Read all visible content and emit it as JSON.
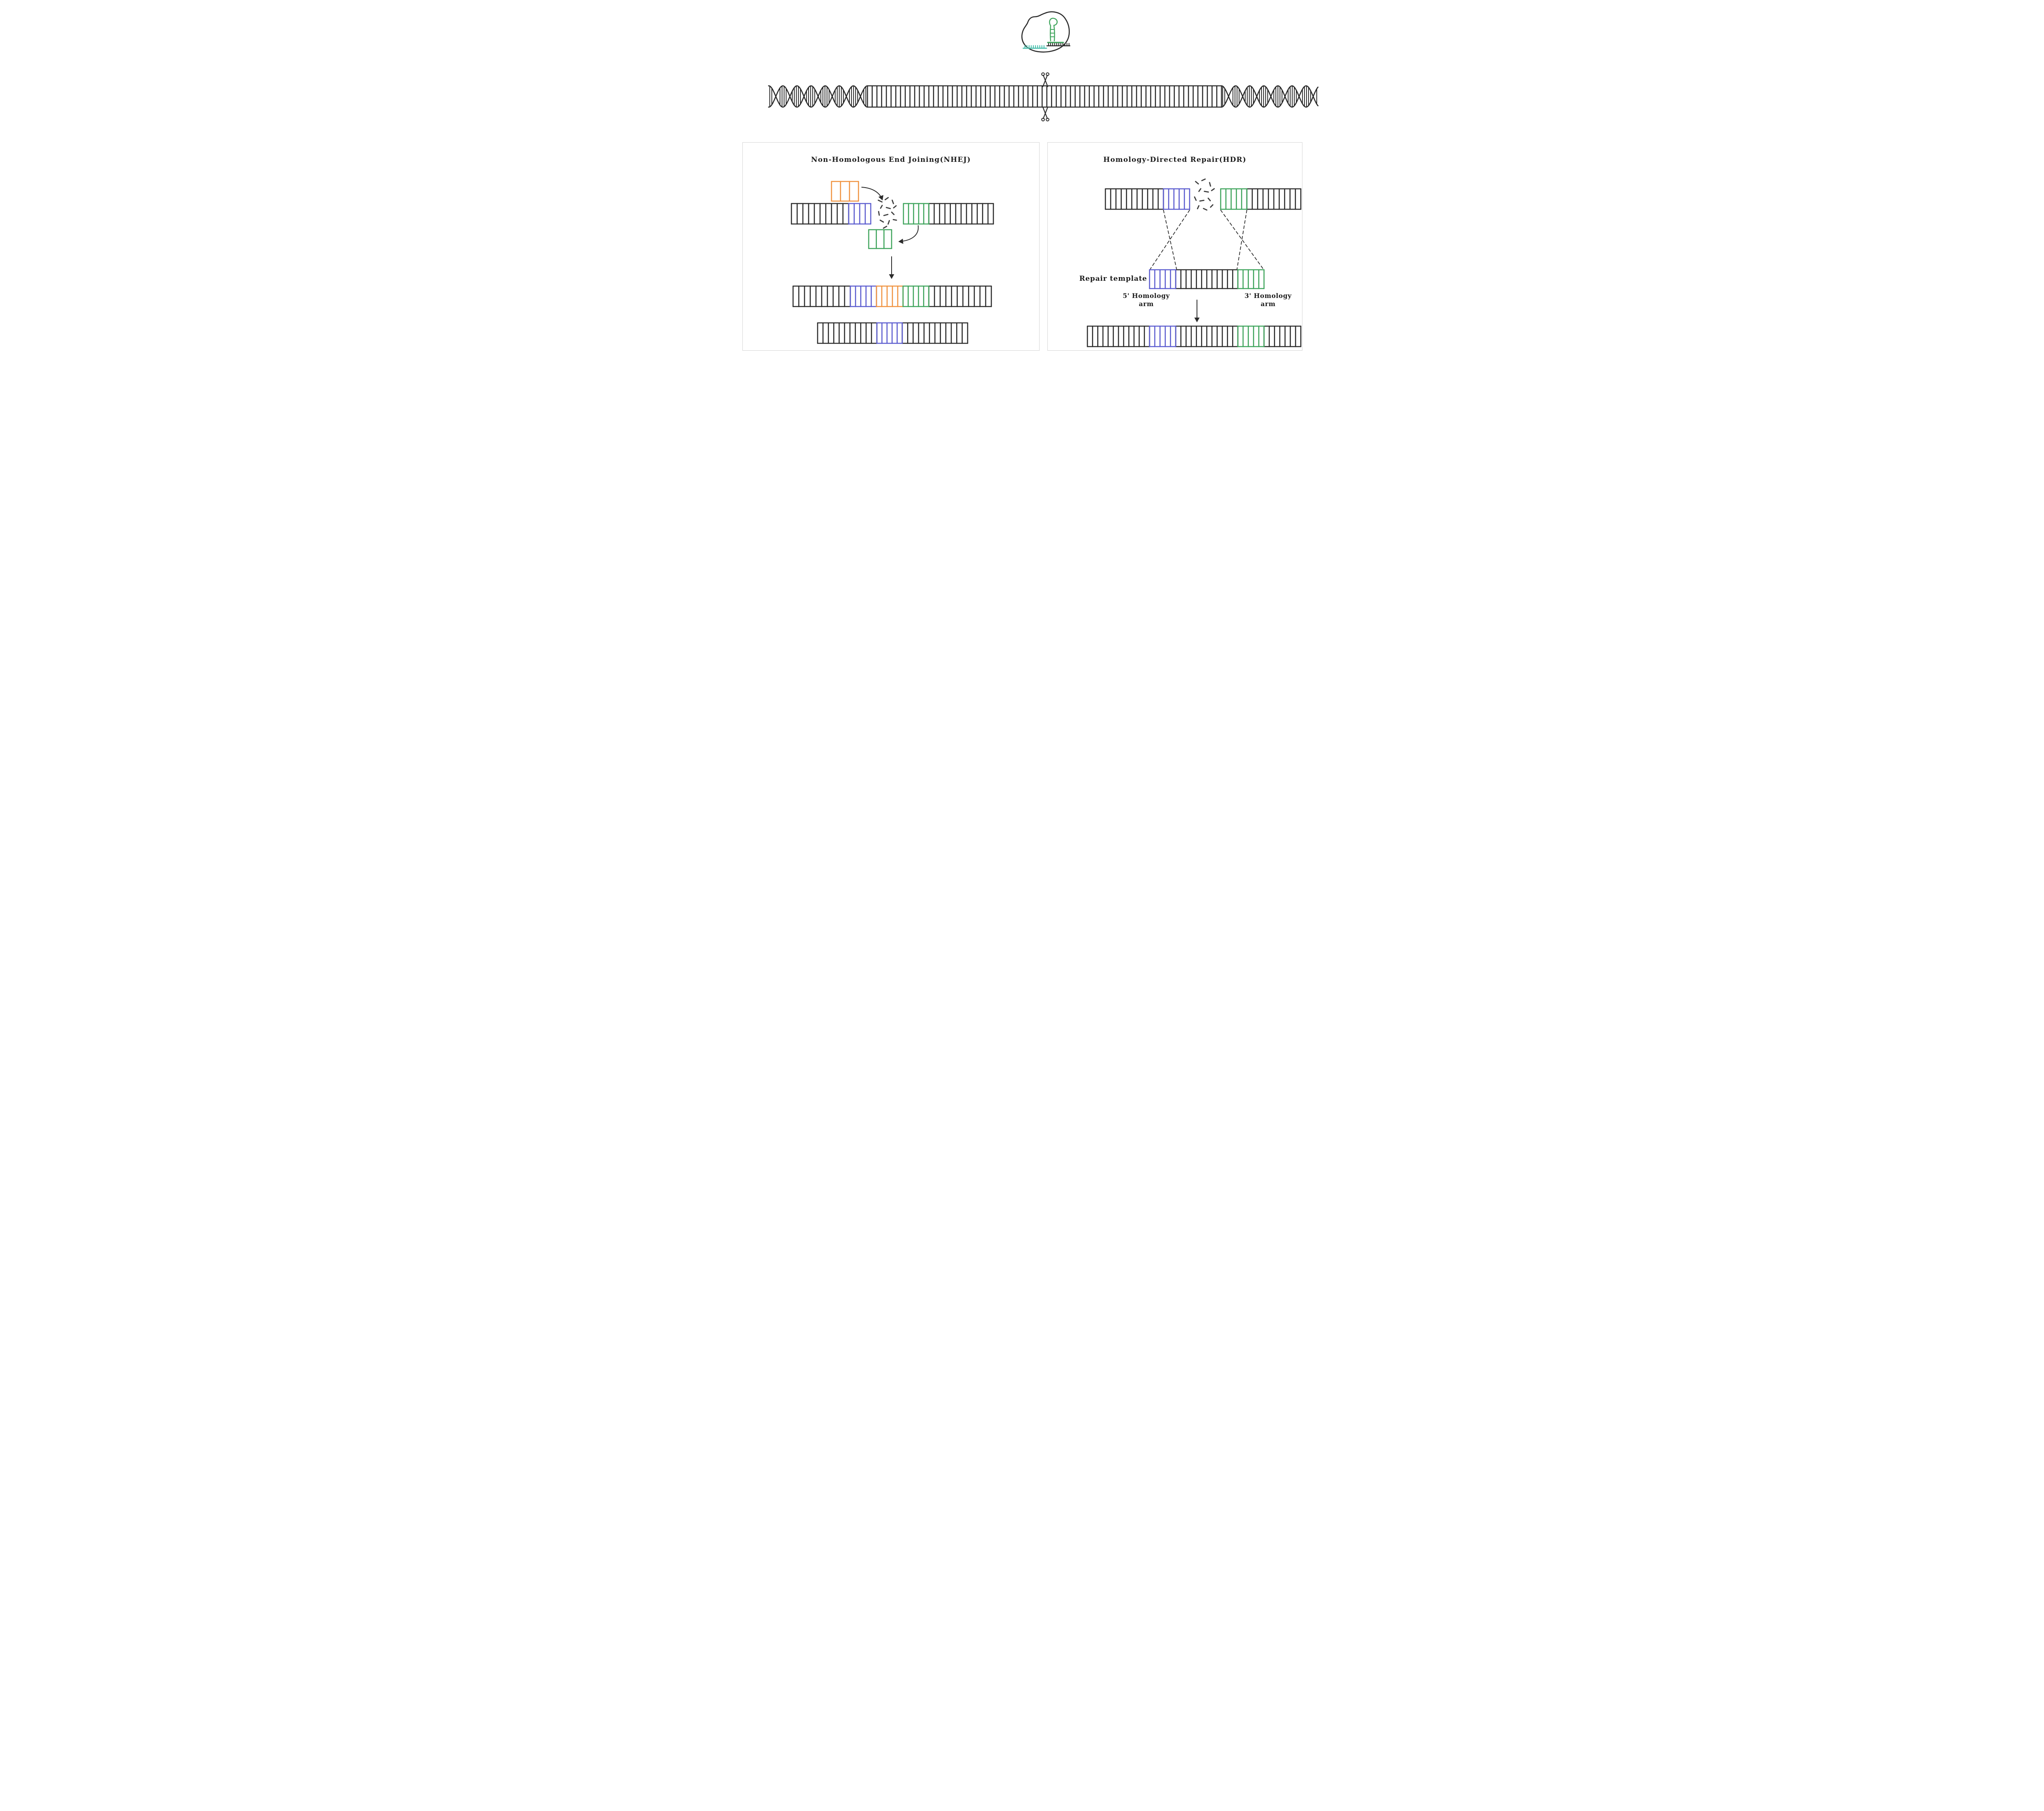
{
  "colors": {
    "ink": "#2b2b2b",
    "debris": "#3d3d3d",
    "blue": "#5b5ccf",
    "orange": "#f0923f",
    "green": "#3fa45c",
    "teal": "#4cc0ae",
    "panel_border": "#d4d4d4",
    "text": "#1c1c1c"
  },
  "panels": {
    "nhej": {
      "title": "Non-Homologous End Joining(NHEJ)"
    },
    "hdr": {
      "title": "Homology-Directed Repair(HDR)",
      "repair_template_label": "Repair template",
      "arm5_line1": "5' Homology",
      "arm5_line2": "arm",
      "arm3_line1": "3' Homology",
      "arm3_line2": "arm"
    }
  }
}
